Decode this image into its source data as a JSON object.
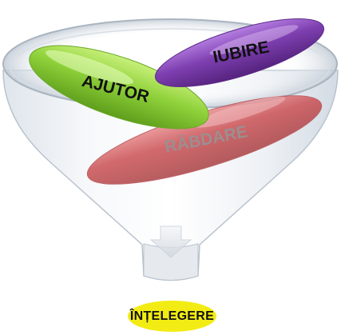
{
  "diagram": {
    "inputs": [
      {
        "label": "AJUTOR",
        "color": "#8fd13a"
      },
      {
        "label": "IUBIRE",
        "color": "#7e3fb0"
      },
      {
        "label": "RĂBDARE",
        "color": "#d9363a"
      }
    ],
    "output": {
      "label": "ÎNȚELEGERE",
      "color": "#f2ec14"
    },
    "funnel": {
      "color": "#c9d3dd",
      "arrow_icon": "arrow-down-icon"
    }
  }
}
